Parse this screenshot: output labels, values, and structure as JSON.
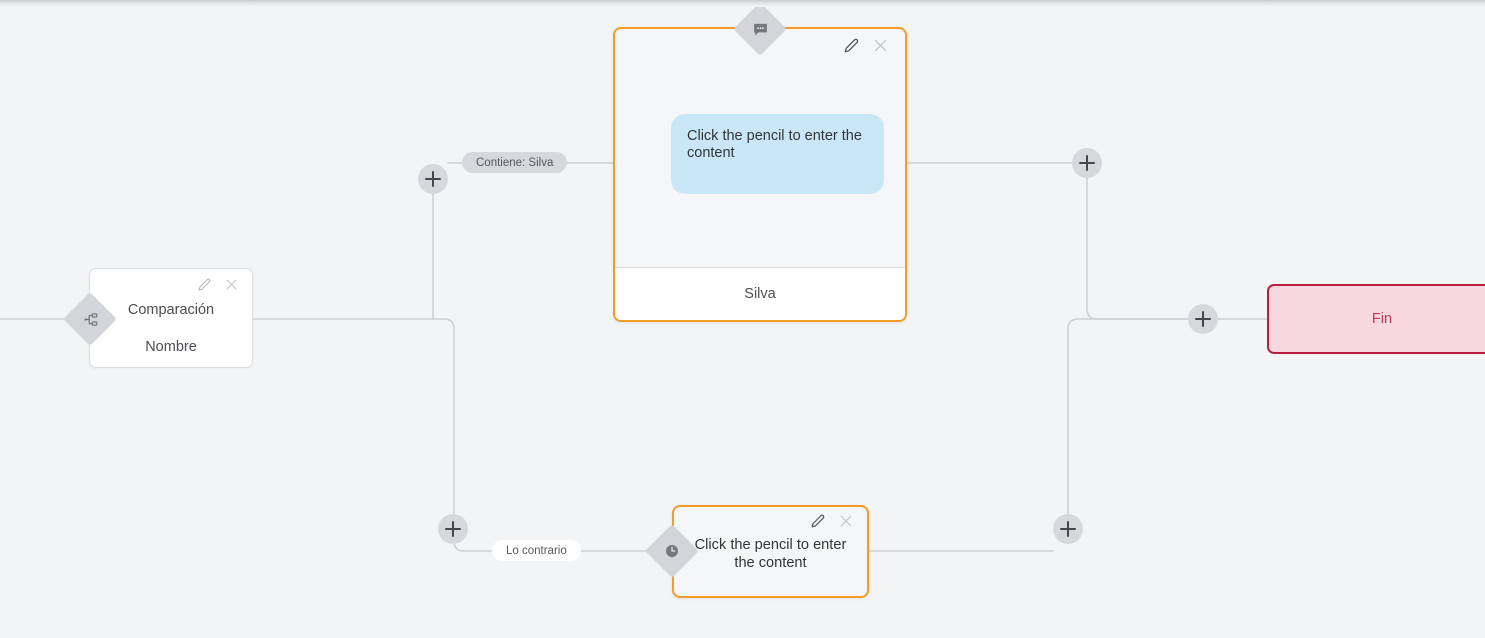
{
  "canvas": {
    "background": "#f3f4f6",
    "accent_orange": "#f59b2a",
    "accent_red": "#b81e40",
    "bubble_blue": "#c9e7f7",
    "handle_grey": "#d6d8dc"
  },
  "nodes": {
    "comparison": {
      "title": "Comparación",
      "subtitle": "Nombre",
      "badge_icon": "branch-icon",
      "edit_icon": "pencil-icon",
      "close_icon": "close-icon"
    },
    "message_top": {
      "bubble_text": "Click the pencil to enter the content",
      "footer_label": "Silva",
      "badge_icon": "speech-bubble-icon",
      "edit_icon": "pencil-icon",
      "close_icon": "close-icon"
    },
    "message_bottom": {
      "text": "Click the pencil to enter the content",
      "badge_icon": "clock-icon",
      "edit_icon": "pencil-icon",
      "close_icon": "close-icon"
    },
    "end": {
      "label": "Fin"
    }
  },
  "edge_labels": {
    "condition_true": "Contiene: Silva",
    "condition_false": "Lo contrario"
  },
  "handles": {
    "add_label": "+",
    "branch_top_add": "+",
    "branch_bottom_add": "+",
    "merge_top_add": "+",
    "merge_bottom_add": "+",
    "end_add": "+"
  }
}
